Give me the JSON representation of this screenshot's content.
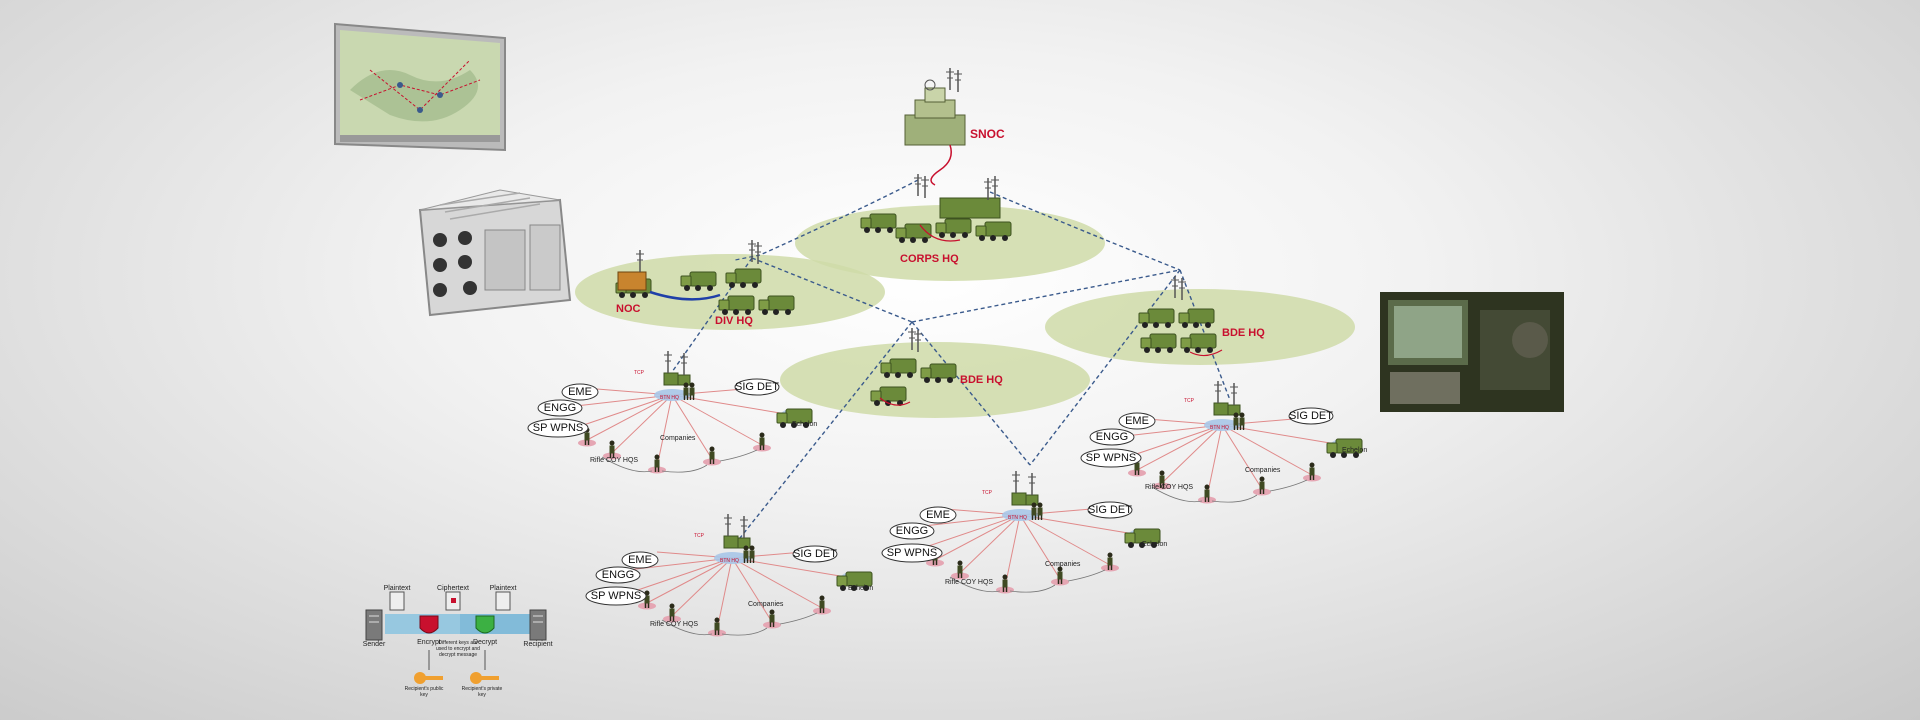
{
  "nodes": {
    "snoc": "SNOC",
    "corps_hq": "CORPS HQ",
    "div_hq": "DIV HQ",
    "noc": "NOC",
    "bde_hq_center": "BDE HQ",
    "bde_hq_right": "BDE HQ"
  },
  "cluster": {
    "eme": "EME",
    "engg": "ENGG",
    "sp_wpns": "SP WPNS",
    "sig_det": "SIG DET",
    "echelon": "Echelon",
    "companies": "Companies",
    "rifle_coy_hq": "Rifle COY HQS",
    "tcp": "TCP",
    "bn_hq": "BTN HQ"
  },
  "encryption": {
    "sender": "Sender",
    "plaintext_1": "Plaintext",
    "ciphertext": "Ciphertext",
    "plaintext_2": "Plaintext",
    "recipient": "Recipient",
    "encrypt": "Encrypt",
    "decrypt": "Decrypt",
    "note": "Different keys are used to encrypt and decrypt message",
    "public_key": "Recipient's public key",
    "private_key": "Recipient's private key"
  },
  "colors": {
    "accent": "#c8102e",
    "ellipse": "#cfdaa8",
    "link": "#3a5a8c",
    "spoke": "#e08a8a",
    "vehicle": "#6b8a3a"
  }
}
